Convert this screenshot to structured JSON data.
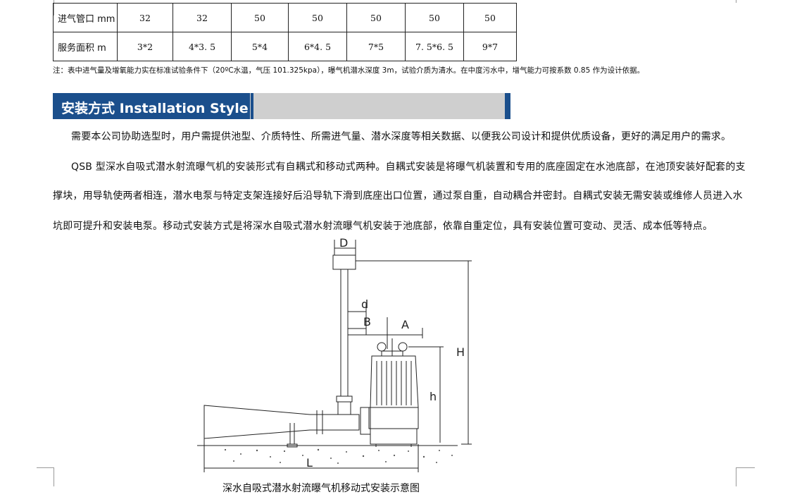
{
  "table": {
    "rows": [
      {
        "header": "进气管口 mm",
        "cells": [
          "32",
          "32",
          "50",
          "50",
          "50",
          "50",
          "50"
        ]
      },
      {
        "header": "服务面积 m",
        "cells": [
          "3*2",
          "4*3. 5",
          "5*4",
          "6*4. 5",
          "7*5",
          "7. 5*6. 5",
          "9*7"
        ]
      }
    ]
  },
  "note": "注：表中进气量及增氧能力实在标准试验条件下（20ºC水温，气压 101.325kpa），曝气机潜水深度 3m，试验介质为清水。在中度污水中，增气能力可按系数 0.85 作为设计依据。",
  "section": {
    "title": "安装方式 Installation Style"
  },
  "paragraphs": [
    "需要本公司协助选型时，用户需提供池型、介质特性、所需进气量、潜水深度等相关数据、以便我公司设计和提供优质设备，更好的满足用户的需求。",
    "QSB 型深水自吸式潜水射流曝气机的安装形式有自耦式和移动式两种。自耦式安装是将曝气机装置和专用的底座固定在水池底部，在池顶安装好配套的支",
    "撑块，用导轨使两者相连，潜水电泵与特定支架连接好后沿导轨下滑到底座出口位置，通过泵自重，自动耦合并密封。自耦式安装无需安装或维修人员进入水",
    "坑即可提升和安装电泵。移动式安装方式是将深水自吸式潜水射流曝气机安装于池底部，依靠自重定位，具有安装位置可变动、灵活、成本低等特点。"
  ],
  "diagram": {
    "labels": {
      "D": "D",
      "d": "d",
      "B": "B",
      "A": "A",
      "H": "H",
      "h": "h",
      "L": "L"
    }
  },
  "caption": "深水自吸式潜水射流曝气机移动式安装示意图",
  "colors": {
    "section_blue": "#1b4f8c",
    "section_gray": "#cfcfcf"
  }
}
